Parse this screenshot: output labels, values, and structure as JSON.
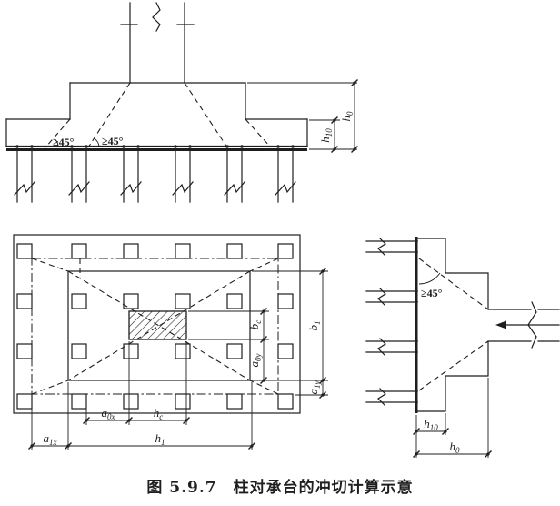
{
  "figure": {
    "caption": "图 5.9.7　柱对承台的冲切计算示意"
  },
  "labels": {
    "angle": "≥45°",
    "h0": {
      "base": "h",
      "sub": "0"
    },
    "h10": {
      "base": "h",
      "sub": "10"
    },
    "hc": {
      "base": "h",
      "sub": "c"
    },
    "h1": {
      "base": "h",
      "sub": "1"
    },
    "bc": {
      "base": "b",
      "sub": "c"
    },
    "b1": {
      "base": "b",
      "sub": "1"
    },
    "a0x": {
      "base": "a",
      "sub": "0x"
    },
    "a0y": {
      "base": "a",
      "sub": "0y"
    },
    "a1x": {
      "base": "a",
      "sub": "1x"
    },
    "a1y": {
      "base": "a",
      "sub": "1y"
    }
  },
  "colors": {
    "ink": "#1e1e1e",
    "paper": "#ffffff"
  }
}
